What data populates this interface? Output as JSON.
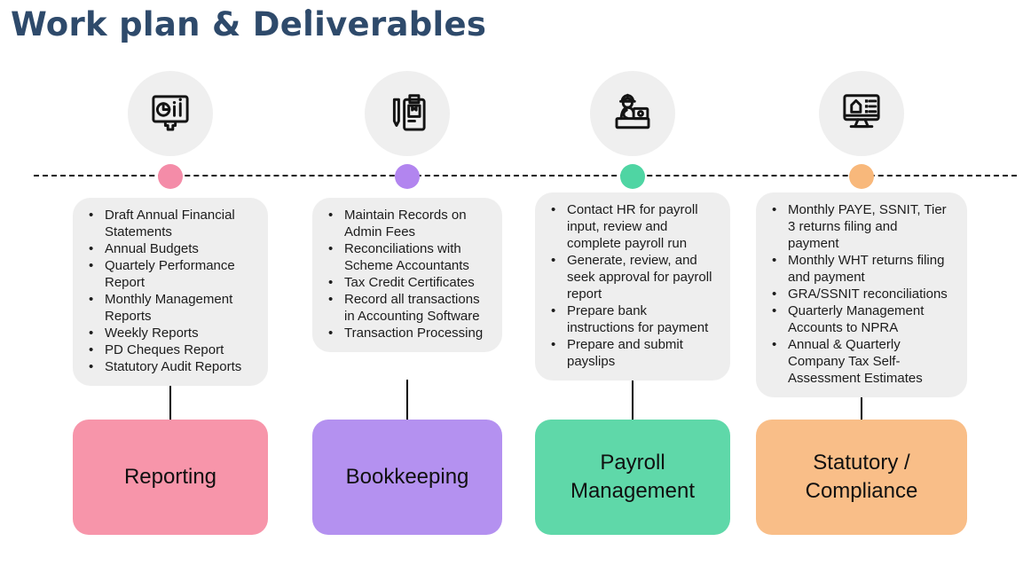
{
  "title": "Work plan & Deliverables",
  "title_color": "#2E4A6B",
  "timeline": {
    "line_color": "#111111"
  },
  "columns": [
    {
      "label": "Reporting",
      "icon": "charts-presentation-icon",
      "box_color": "#F795AA",
      "dot_color": "#F48CA8",
      "items": [
        "Draft Annual Financial Statements",
        "Annual Budgets",
        "Quartely Performance Report",
        "Monthly Management Reports",
        "Weekly Reports",
        "PD Cheques Report",
        "Statutory Audit Reports"
      ]
    },
    {
      "label": "Bookkeeping",
      "icon": "clipboard-pen-icon",
      "box_color": "#B491F0",
      "dot_color": "#B285EF",
      "items": [
        "Maintain Records on Admin Fees",
        "Reconciliations with Scheme Accountants",
        "Tax Credit Certificates",
        "Record all transactions in Accounting Software",
        "Transaction Processing"
      ]
    },
    {
      "label": "Payroll Management",
      "icon": "accountant-laptop-icon",
      "box_color": "#5FD8A9",
      "dot_color": "#4FD5A3",
      "items": [
        "Contact HR for payroll input, review and complete payroll run",
        "Generate, review, and seek approval for payroll report",
        "Prepare bank instructions for payment",
        "Prepare and submit payslips"
      ]
    },
    {
      "label": "Statutory / Compliance",
      "icon": "monitor-checklist-icon",
      "box_color": "#F9BE88",
      "dot_color": "#F8B87B",
      "items": [
        "Monthly PAYE, SSNIT, Tier 3 returns filing and payment",
        "Monthly WHT returns filing and payment",
        "GRA/SSNIT reconciliations",
        "Quarterly Management Accounts to NPRA",
        "Annual & Quarterly Company Tax Self-Assessment Estimates"
      ]
    }
  ]
}
